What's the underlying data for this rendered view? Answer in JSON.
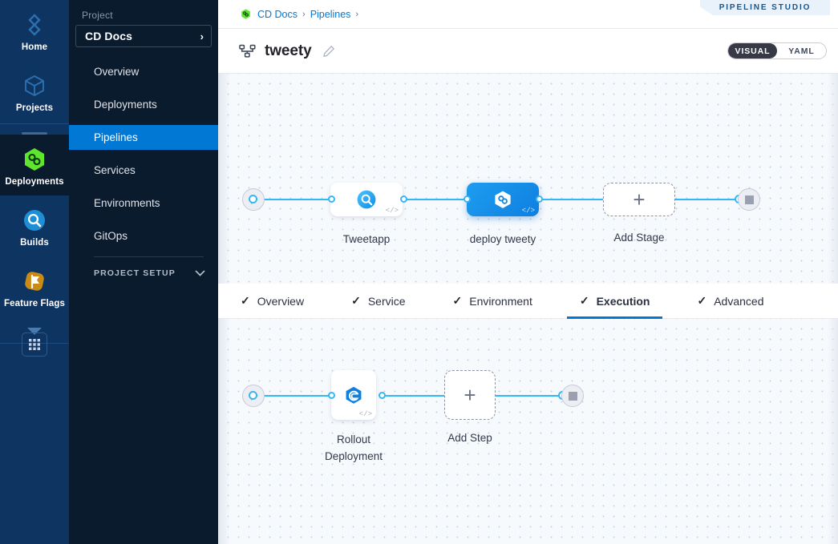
{
  "rail": {
    "items": [
      {
        "label": "Home",
        "icon": "home-diamond-icon",
        "active": false
      },
      {
        "label": "Projects",
        "icon": "cube-icon",
        "active": false
      },
      {
        "label": "Deployments",
        "icon": "deployments-hex-icon",
        "active": true
      },
      {
        "label": "Builds",
        "icon": "builds-circle-icon",
        "active": false
      },
      {
        "label": "Feature Flags",
        "icon": "flag-icon",
        "active": false
      }
    ],
    "more_icon": "chevron-down-icon",
    "grid_icon": "grid-apps-icon"
  },
  "sidebar": {
    "section_label": "Project",
    "project_name": "CD Docs",
    "project_chevron": "›",
    "items": [
      {
        "label": "Overview",
        "active": false
      },
      {
        "label": "Deployments",
        "active": false
      },
      {
        "label": "Pipelines",
        "active": true
      },
      {
        "label": "Services",
        "active": false
      },
      {
        "label": "Environments",
        "active": false
      },
      {
        "label": "GitOps",
        "active": false
      }
    ],
    "setup_label": "PROJECT SETUP",
    "setup_chevron": "chevron-down-icon"
  },
  "header": {
    "breadcrumb": [
      {
        "label": "CD Docs",
        "sep": "›"
      },
      {
        "label": "Pipelines",
        "sep": "›"
      }
    ],
    "studio_badge": "PIPELINE STUDIO",
    "pipeline_title": "tweety",
    "edit_icon": "pencil-icon",
    "pipeline_icon": "pipeline-hierarchy-icon",
    "view_toggle": {
      "options": [
        {
          "label": "VISUAL",
          "selected": true
        },
        {
          "label": "YAML",
          "selected": false
        }
      ]
    }
  },
  "stage_canvas": {
    "start_icon": "play-icon",
    "end_icon": "stop-icon",
    "nodes": [
      {
        "caption": "Tweetapp",
        "icon": "build-service-icon",
        "selected": false
      },
      {
        "caption": "deploy tweety",
        "icon": "deployment-hex-icon",
        "selected": true
      }
    ],
    "add_node": {
      "caption": "Add Stage",
      "plus": "+"
    },
    "code_mark": "</>"
  },
  "tabs": [
    {
      "label": "Overview",
      "check": "✓",
      "active": false
    },
    {
      "label": "Service",
      "check": "✓",
      "active": false
    },
    {
      "label": "Environment",
      "check": "✓",
      "active": false
    },
    {
      "label": "Execution",
      "check": "✓",
      "active": true
    },
    {
      "label": "Advanced",
      "check": "✓",
      "active": false
    }
  ],
  "step_canvas": {
    "start_icon": "play-icon",
    "end_icon": "stop-icon",
    "nodes": [
      {
        "caption": "Rollout\nDeployment",
        "icon": "rollout-icon"
      }
    ],
    "add_node": {
      "caption": "Add Step",
      "plus": "+"
    },
    "code_mark": "</>"
  },
  "colors": {
    "accent_blue": "#0278d5",
    "edge_blue": "#36b7f5",
    "rail_bg": "#0e3562",
    "sidebar_bg": "#0b1b2e",
    "green": "#6cc24a",
    "canvas_bg": "#f7fafd"
  }
}
